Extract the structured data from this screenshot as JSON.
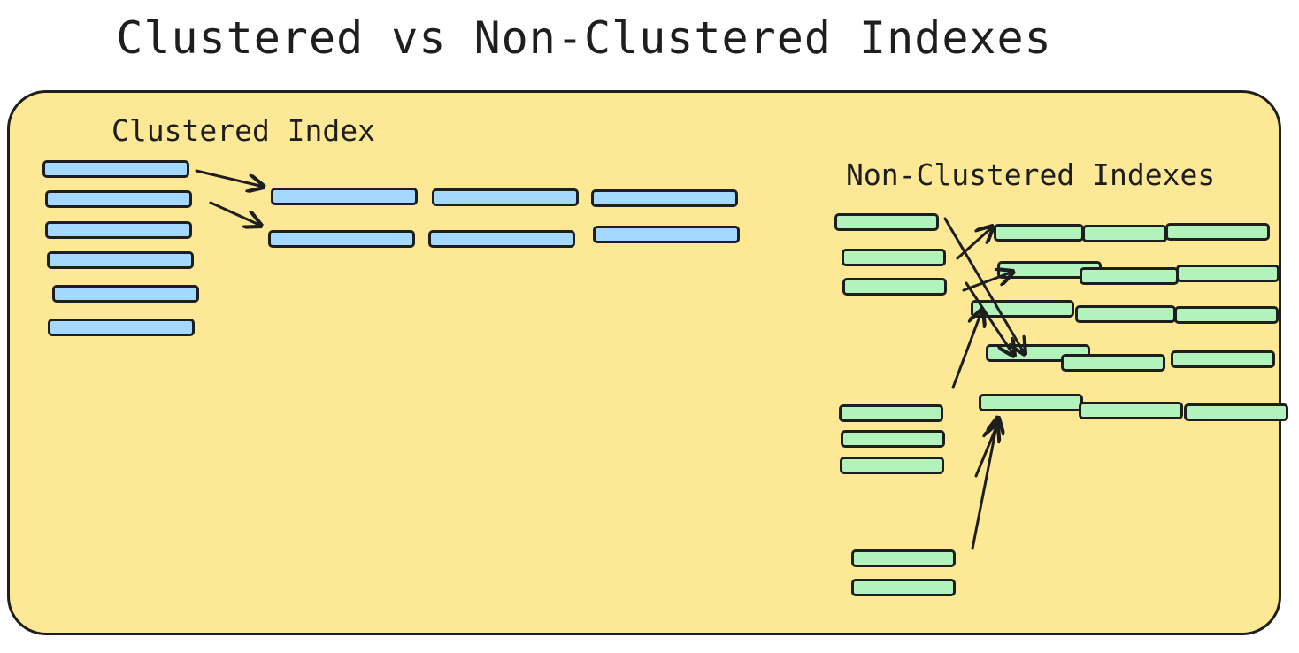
{
  "title": "Clustered vs Non-Clustered Indexes",
  "clustered": {
    "label": "Clustered Index"
  },
  "nonclustered": {
    "label": "Non-Clustered Indexes"
  },
  "colors": {
    "panel": "#fde995",
    "clustered_bar": "#a5d8ff",
    "nonclustered_bar": "#b2f2bb",
    "stroke": "#1e1e1e"
  },
  "icons": [
    "arrow-icon"
  ]
}
